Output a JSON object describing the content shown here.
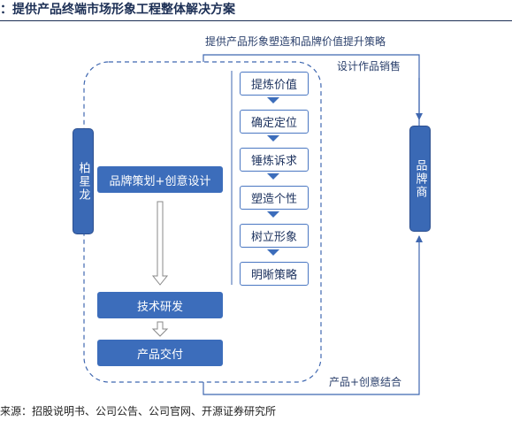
{
  "title": "：提供产品终端市场形象工程整体解决方案",
  "source": "来源：招股说明书、公司公告、公司官网、开源证券研究所",
  "nodes": {
    "left": "柏星龙",
    "right": "品牌商",
    "brand_design": "品牌策划+创意设计",
    "tech_rd": "技术研发",
    "delivery": "产品交付"
  },
  "steps": [
    "提炼价值",
    "确定定位",
    "锤炼诉求",
    "塑造个性",
    "树立形象",
    "明晰策略"
  ],
  "labels": {
    "top_arrow": "提供产品形象塑造和品牌价值提升策略",
    "design_sales": "设计作品销售",
    "bottom_arrow": "产品+创意结合"
  },
  "colors": {
    "box": "#3a69b5",
    "line": "#3f67b0",
    "title": "#1c2f55"
  }
}
